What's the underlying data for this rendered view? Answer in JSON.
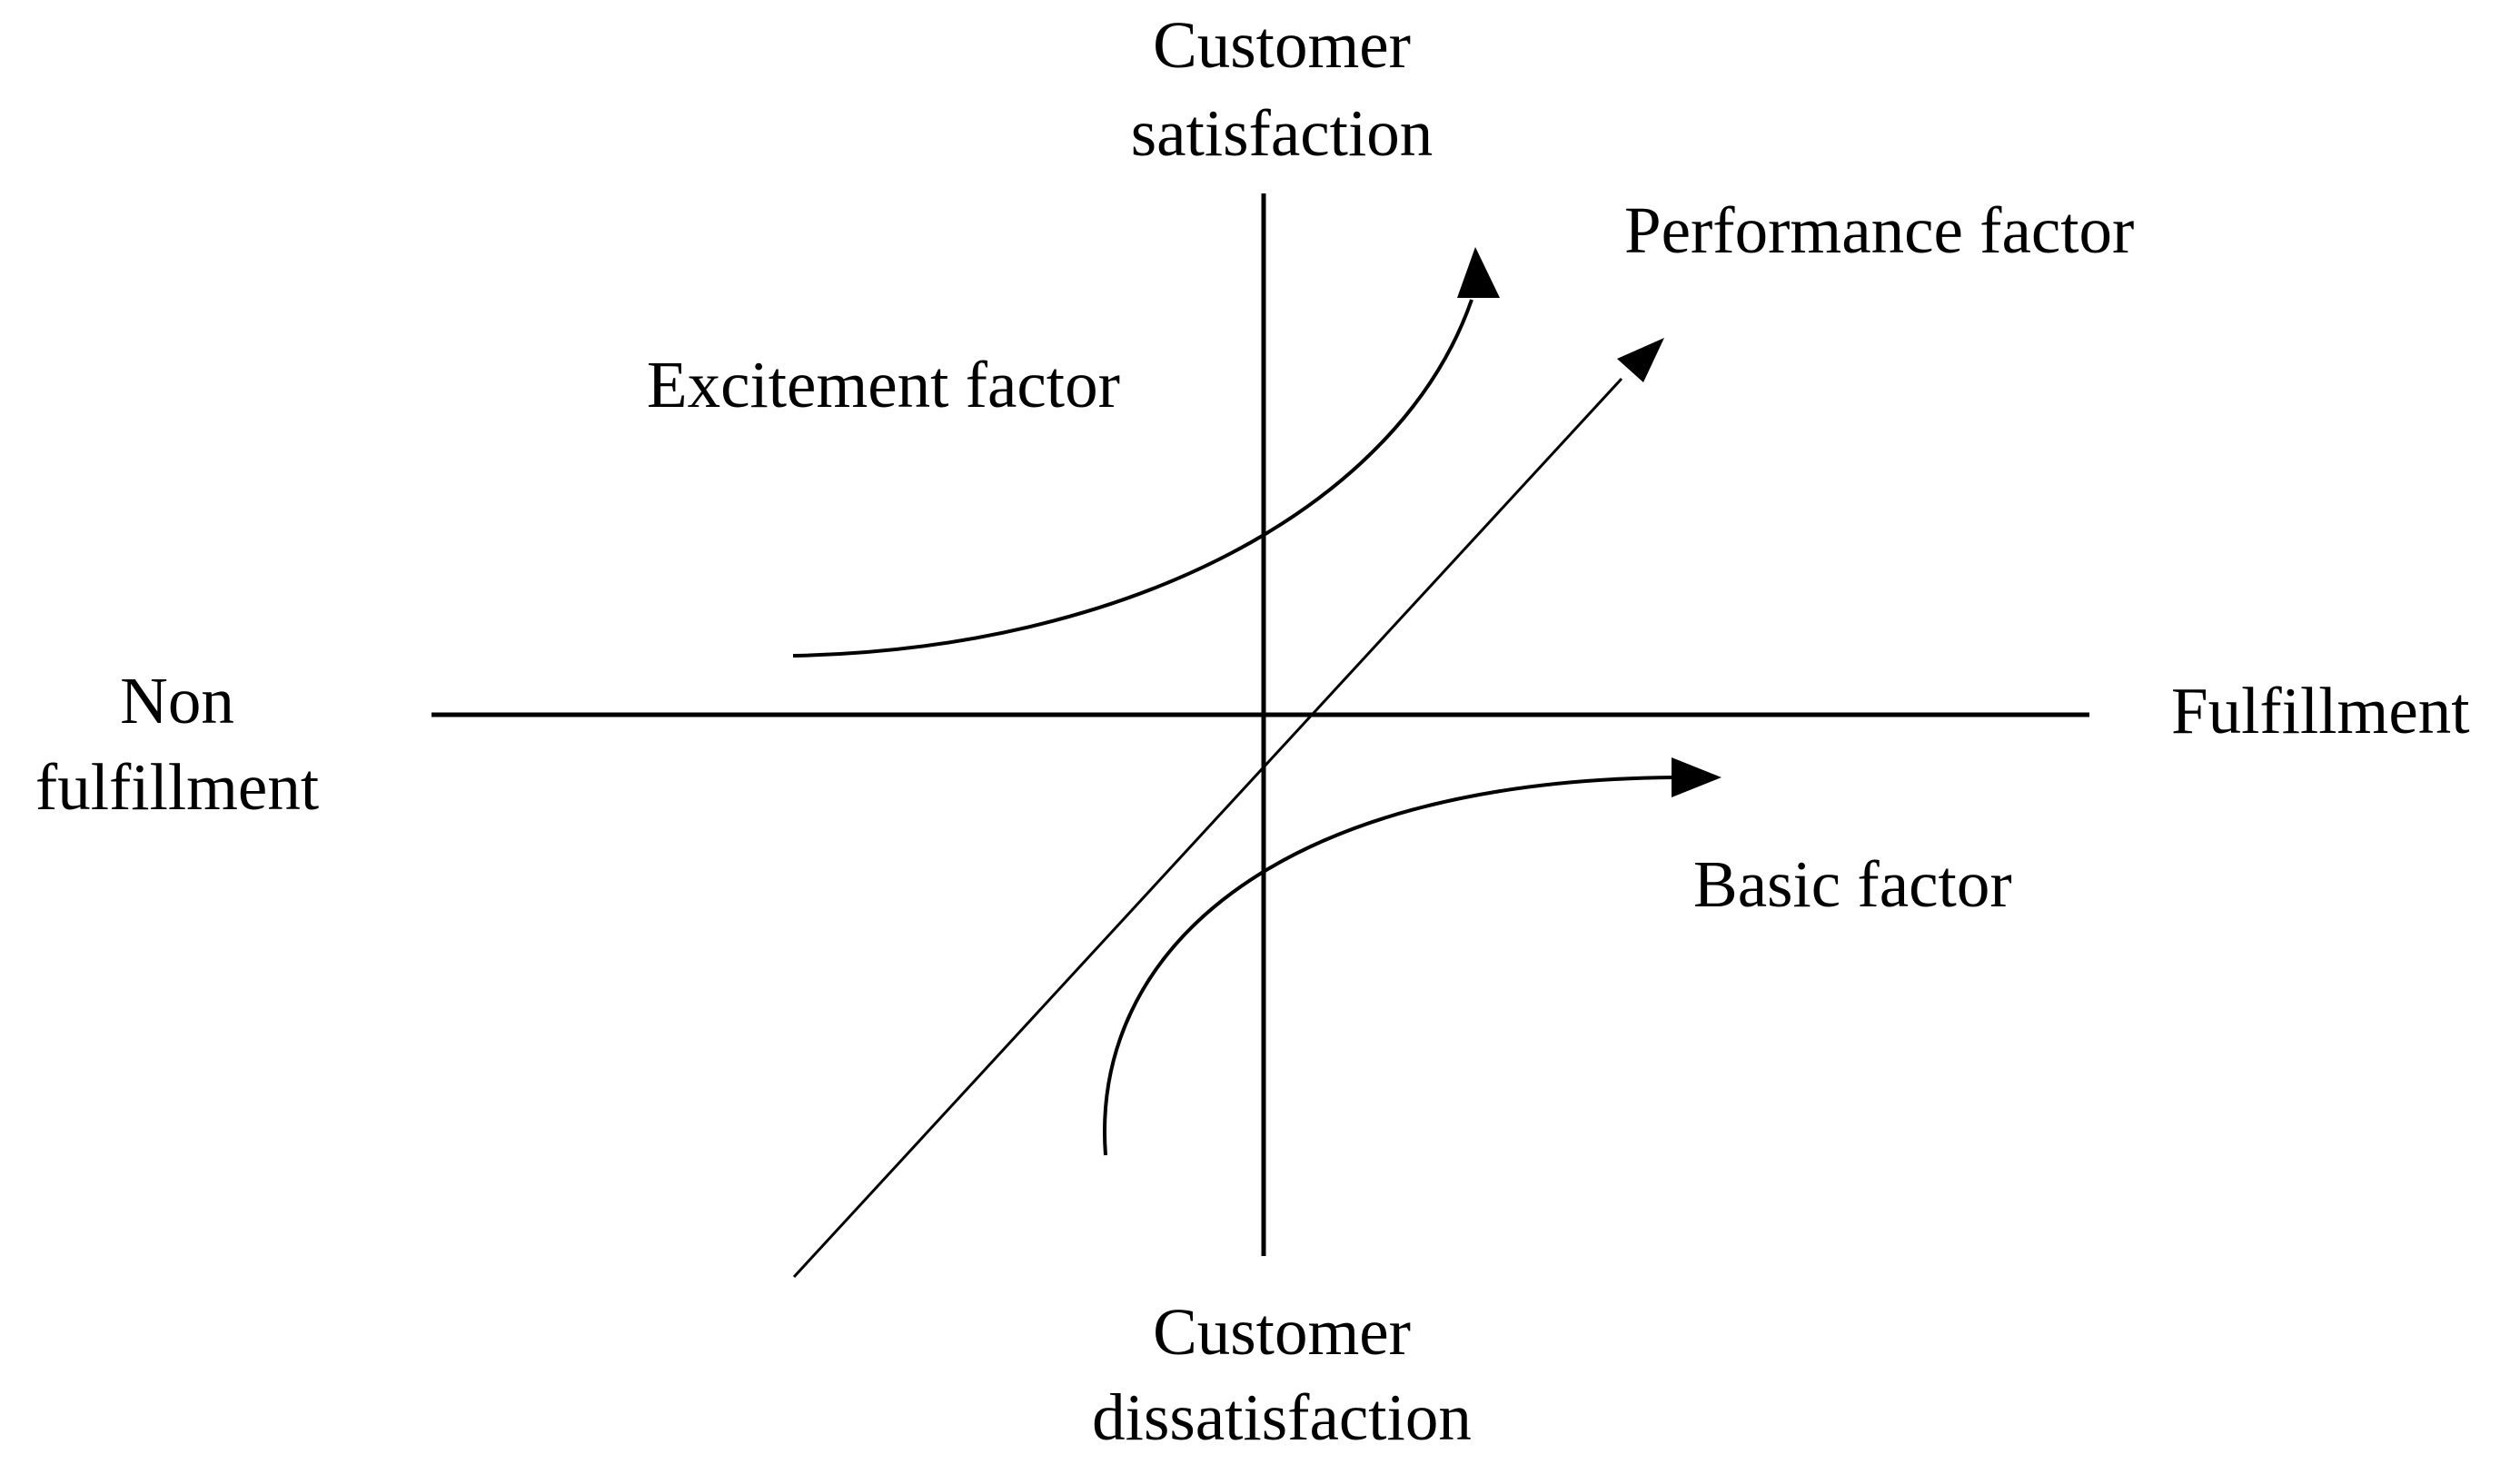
{
  "labels": {
    "axis_top": [
      "Customer",
      "satisfaction"
    ],
    "axis_bottom": [
      "Customer",
      "dissatisfaction"
    ],
    "axis_left": [
      "Non",
      "fulfillment"
    ],
    "axis_right": "Fulfillment",
    "excitement": "Excitement factor",
    "performance": "Performance factor",
    "basic": "Basic factor"
  },
  "colors": {
    "line": "#000000",
    "text": "#000000",
    "background": "#ffffff"
  }
}
